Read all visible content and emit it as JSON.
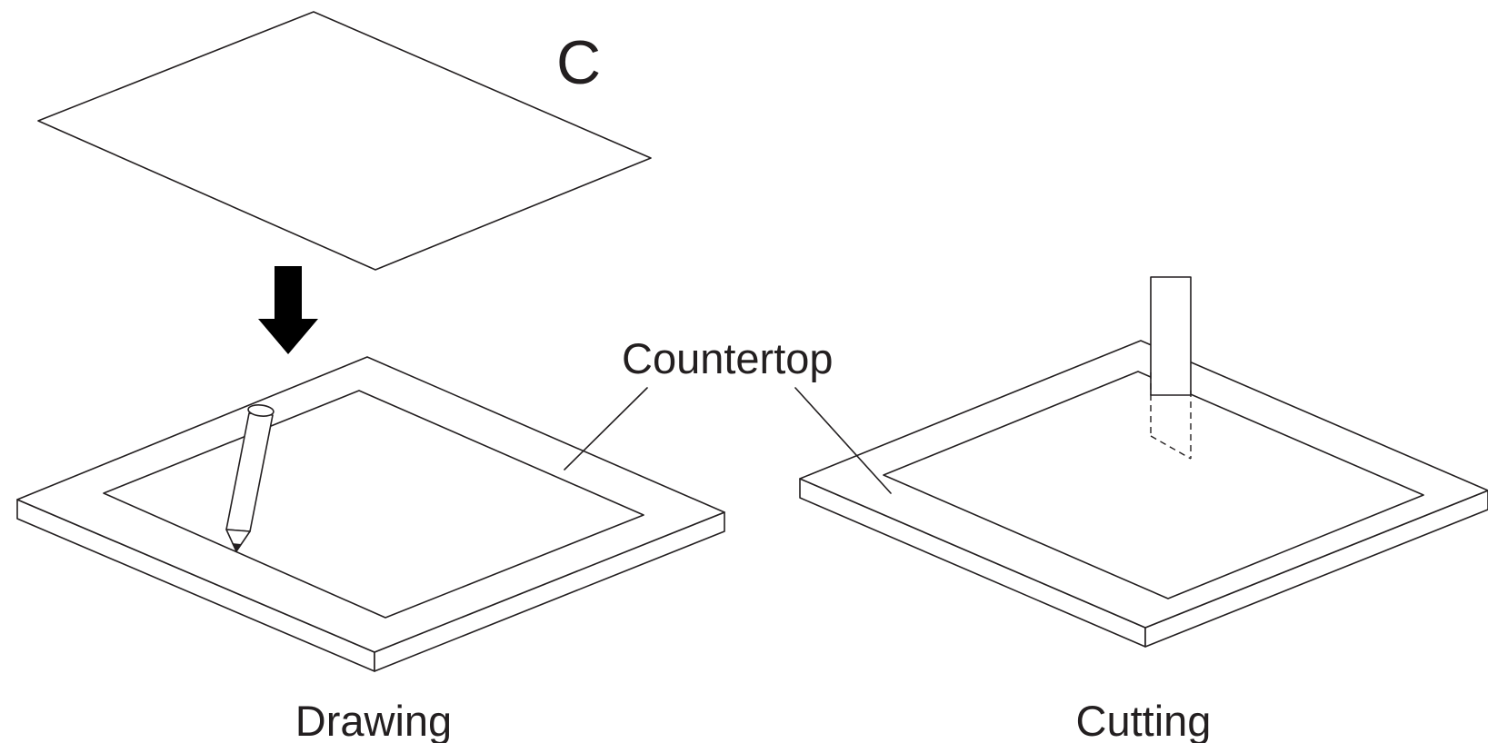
{
  "diagram": {
    "template_label": "C",
    "countertop_label": "Countertop",
    "drawing_label": "Drawing",
    "cutting_label": "Cutting"
  },
  "colors": {
    "line": "#231f20",
    "background": "#ffffff"
  },
  "icons": [
    "down-arrow-icon",
    "pencil-icon",
    "router-bit-icon"
  ]
}
